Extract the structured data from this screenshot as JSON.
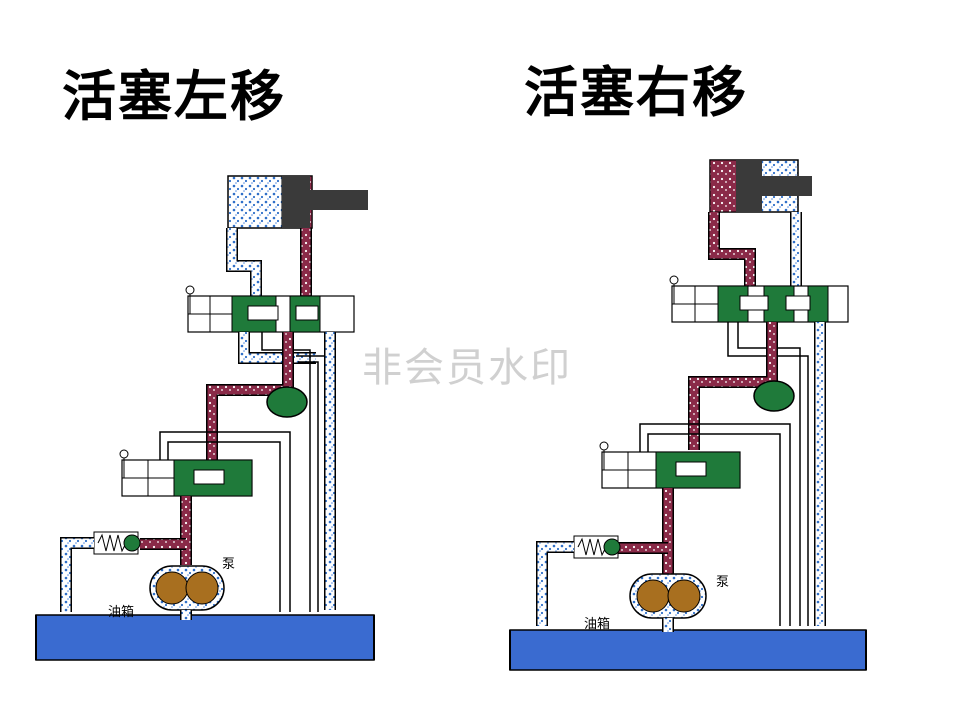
{
  "titles": {
    "left": "活塞左移",
    "right": "活塞右移"
  },
  "labels": {
    "pump": "泵",
    "tank": "油箱"
  },
  "watermark": "非会员水印",
  "colors": {
    "pressure_line": "#7a1f3d",
    "return_line": "#2f6fc8",
    "valve_green": "#1f7a3a",
    "pump_gear": "#a86f1f",
    "tank_oil": "#3a6bd0",
    "background": "#ffffff"
  }
}
